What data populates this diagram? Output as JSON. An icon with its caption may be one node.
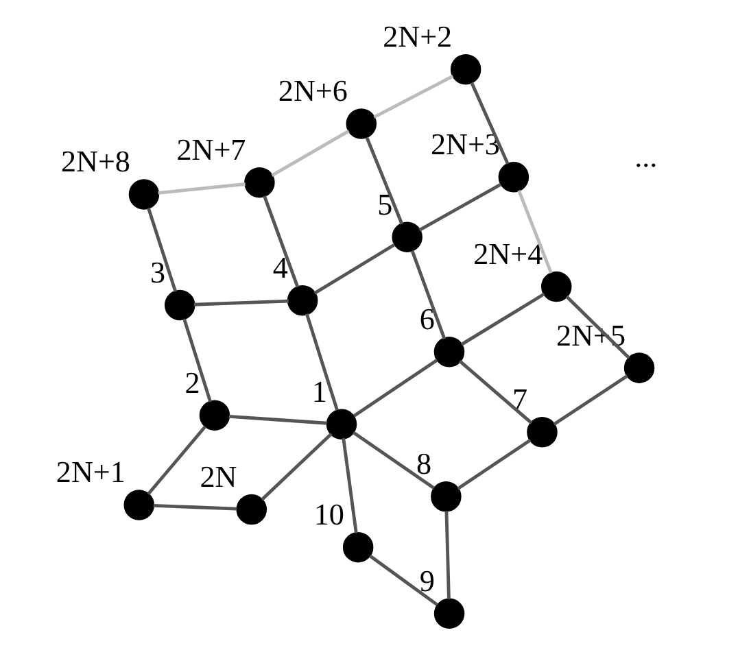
{
  "diagram": {
    "nodes": [
      {
        "text": [],
        "shape": "circle",
        "beside": [
          "2N"
        ]
      },
      {
        "text": [],
        "shape": "circle",
        "beside": [
          "2N+1"
        ]
      },
      {
        "text": [],
        "shape": "circle",
        "beside": [
          "2"
        ]
      },
      {
        "text": [],
        "shape": "circle",
        "beside": [
          "10"
        ]
      },
      {
        "text": [],
        "shape": "circle",
        "beside": [
          "3"
        ]
      },
      {
        "text": [],
        "shape": "circle",
        "beside": [
          "2N+8"
        ]
      },
      {
        "text": [],
        "shape": "circle",
        "beside": [
          "1"
        ]
      },
      {
        "text": [],
        "shape": "circle",
        "beside": [
          "4"
        ]
      },
      {
        "text": [],
        "shape": "circle",
        "beside": [
          "2N+7"
        ]
      },
      {
        "text": [],
        "shape": "circle",
        "beside": [
          "9"
        ]
      },
      {
        "text": [],
        "shape": "circle",
        "beside": [
          "8"
        ]
      },
      {
        "text": [],
        "shape": "circle",
        "beside": [
          "7"
        ]
      },
      {
        "text": [],
        "shape": "circle",
        "beside": [
          "6"
        ]
      },
      {
        "text": [],
        "shape": "circle",
        "beside": [
          "5"
        ]
      },
      {
        "text": [],
        "shape": "circle",
        "beside": [
          "2N+6"
        ]
      },
      {
        "text": [],
        "shape": "circle",
        "beside": [
          "2N+5"
        ]
      },
      {
        "text": [],
        "shape": "circle",
        "beside": [
          "2N+4"
        ]
      },
      {
        "text": [],
        "shape": "circle",
        "beside": [
          "2N+3"
        ]
      },
      {
        "text": [],
        "shape": "circle",
        "beside": [
          "2N+2"
        ]
      }
    ],
    "edges": [
      {
        "from": 0,
        "to": 1,
        "arrow": "none"
      },
      {
        "from": 1,
        "to": 2,
        "arrow": "none"
      },
      {
        "from": 2,
        "to": 4,
        "arrow": "none"
      },
      {
        "from": 0,
        "to": 6,
        "arrow": "none"
      },
      {
        "from": 6,
        "to": 2,
        "arrow": "none"
      },
      {
        "from": 3,
        "to": 6,
        "arrow": "none"
      },
      {
        "from": 3,
        "to": 9,
        "arrow": "none"
      },
      {
        "from": 9,
        "to": 10,
        "arrow": "none"
      },
      {
        "from": 10,
        "to": 6,
        "arrow": "none"
      },
      {
        "from": 10,
        "to": 11,
        "arrow": "none"
      },
      {
        "from": 11,
        "to": 12,
        "arrow": "none"
      },
      {
        "from": 12,
        "to": 13,
        "arrow": "none"
      },
      {
        "from": 13,
        "to": 14,
        "arrow": "none"
      },
      {
        "from": 4,
        "to": 7,
        "arrow": "none"
      },
      {
        "from": 7,
        "to": 13,
        "arrow": "none"
      },
      {
        "from": 4,
        "to": 5,
        "arrow": "none"
      },
      {
        "from": 7,
        "to": 8,
        "arrow": "none"
      },
      {
        "from": 5,
        "to": 8,
        "arrow": "none",
        "color": "#bbbbbb"
      },
      {
        "from": 8,
        "to": 14,
        "arrow": "none",
        "color": "#bbbbbb"
      },
      {
        "from": 14,
        "to": 18,
        "arrow": "none",
        "color": "#bbbbbb"
      },
      {
        "from": 18,
        "to": 17,
        "arrow": "none"
      },
      {
        "from": 17,
        "to": 16,
        "arrow": "none",
        "color": "#bbbbbb"
      },
      {
        "from": 16,
        "to": 15,
        "arrow": "none"
      },
      {
        "from": 11,
        "to": 15,
        "arrow": "none"
      },
      {
        "from": 12,
        "to": 16,
        "arrow": "none"
      },
      {
        "from": 13,
        "to": 17,
        "arrow": "none"
      },
      {
        "from": 6,
        "to": 7,
        "arrow": "none"
      },
      {
        "from": 6,
        "to": 12,
        "arrow": "none"
      }
    ],
    "labels": [
      "..."
    ]
  }
}
